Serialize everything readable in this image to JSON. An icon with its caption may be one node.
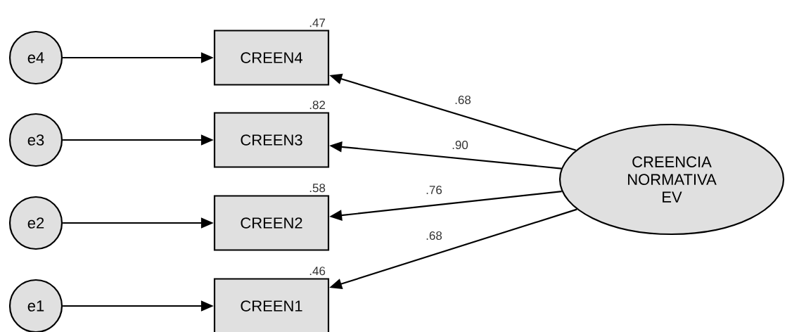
{
  "diagram": {
    "nodes": [
      {
        "text": [
          "e4"
        ]
      },
      {
        "text": [
          "e3"
        ]
      },
      {
        "text": [
          "e2"
        ]
      },
      {
        "text": [
          "e1"
        ]
      },
      {
        "text": [
          "CREEN4"
        ],
        "beside": [
          ".47"
        ]
      },
      {
        "text": [
          "CREEN3"
        ],
        "beside": [
          ".82"
        ]
      },
      {
        "text": [
          "CREEN2"
        ],
        "beside": [
          ".58"
        ]
      },
      {
        "text": [
          "CREEN1"
        ],
        "beside": [
          ".46"
        ]
      },
      {
        "text": [
          "CREENCIA NORMATIVA EV"
        ]
      }
    ],
    "edges": [
      {
        "from": 0,
        "to": 4,
        "arrow": "to"
      },
      {
        "from": 1,
        "to": 5,
        "arrow": "to"
      },
      {
        "from": 2,
        "to": 6,
        "arrow": "to"
      },
      {
        "from": 3,
        "to": 7,
        "arrow": "to"
      },
      {
        "from": 8,
        "to": 4,
        "arrow": "to",
        "label": ".68"
      },
      {
        "from": 8,
        "to": 5,
        "arrow": "to",
        "label": ".90"
      },
      {
        "from": 8,
        "to": 6,
        "arrow": "to",
        "label": ".76"
      },
      {
        "from": 8,
        "to": 7,
        "arrow": "to",
        "label": ".68"
      }
    ]
  }
}
